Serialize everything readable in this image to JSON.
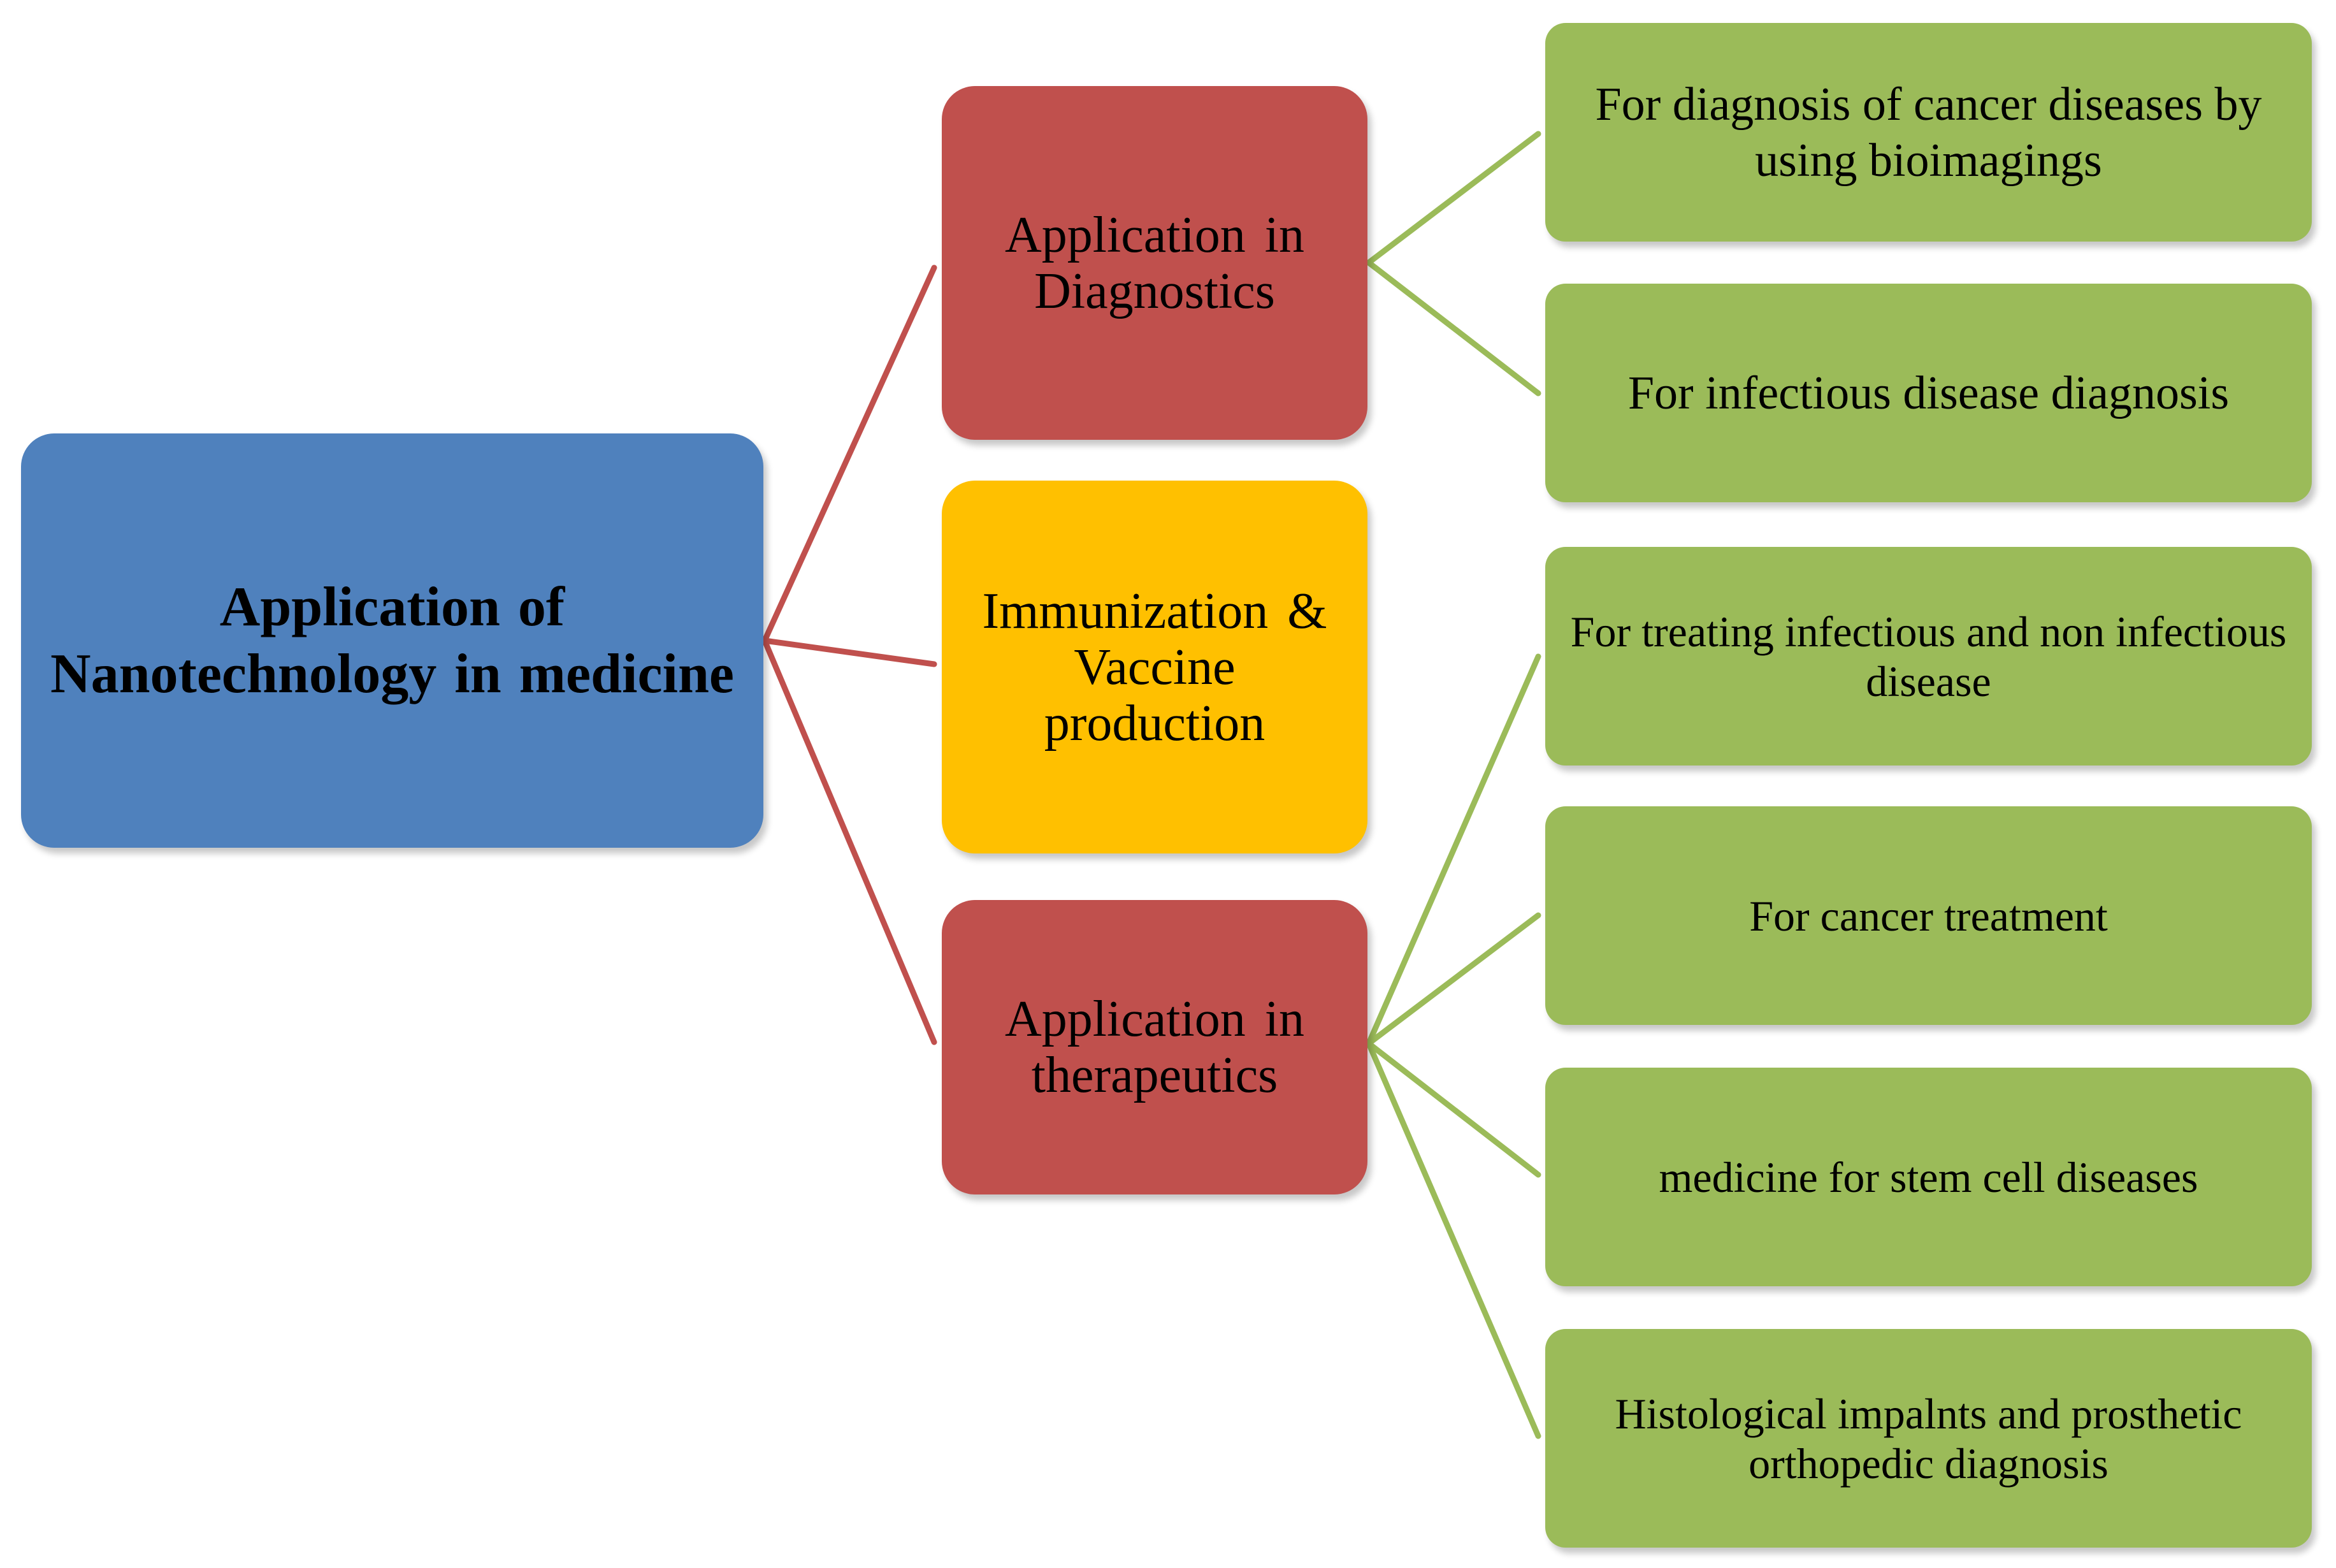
{
  "colors": {
    "root": "#4f81bd",
    "category": "#c0504d",
    "immunization": "#ffc000",
    "leaf": "#9bbb59",
    "root_connector": "#c0504d",
    "leaf_connector": "#9bbb59"
  },
  "root": {
    "label": "Application of\nNanotechnology in medicine"
  },
  "categories": [
    {
      "label": "Application in\nDiagnostics",
      "items": [
        "For diagnosis of cancer diseases by\nusing bioimagings",
        "For infectious disease diagnosis"
      ]
    },
    {
      "label": "Immunization &\nVaccine production",
      "items": []
    },
    {
      "label": "Application in\ntherapeutics",
      "items": [
        "For treating infectious and non infectious\ndisease",
        "For cancer treatment",
        "medicine for stem cell diseases",
        "Histological impalnts and prosthetic\northopedic diagnosis"
      ]
    }
  ]
}
